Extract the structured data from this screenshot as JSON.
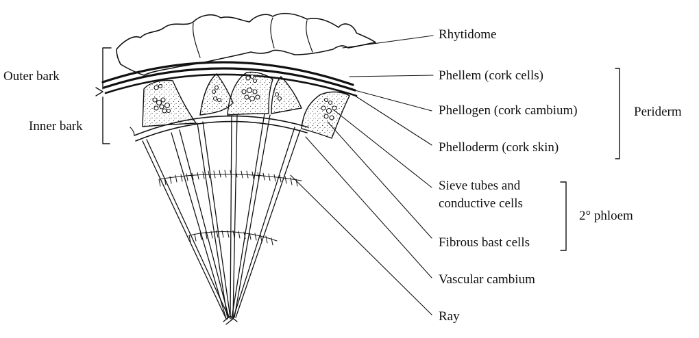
{
  "diagram": {
    "left_labels": {
      "outer_bark": "Outer bark",
      "inner_bark": "Inner bark"
    },
    "right_labels": {
      "rhytidome": "Rhytidome",
      "phellem": "Phellem (cork cells)",
      "phellogen": "Phellogen (cork cambium)",
      "phelloderm": "Phelloderm (cork skin)",
      "sieve_tubes_line1": "Sieve tubes and",
      "sieve_tubes_line2": "conductive cells",
      "fibrous_bast": "Fibrous bast cells",
      "vascular_cambium": "Vascular cambium",
      "ray": "Ray"
    },
    "group_labels": {
      "periderm": "Periderm",
      "secondary_phloem": "2° phloem"
    }
  }
}
